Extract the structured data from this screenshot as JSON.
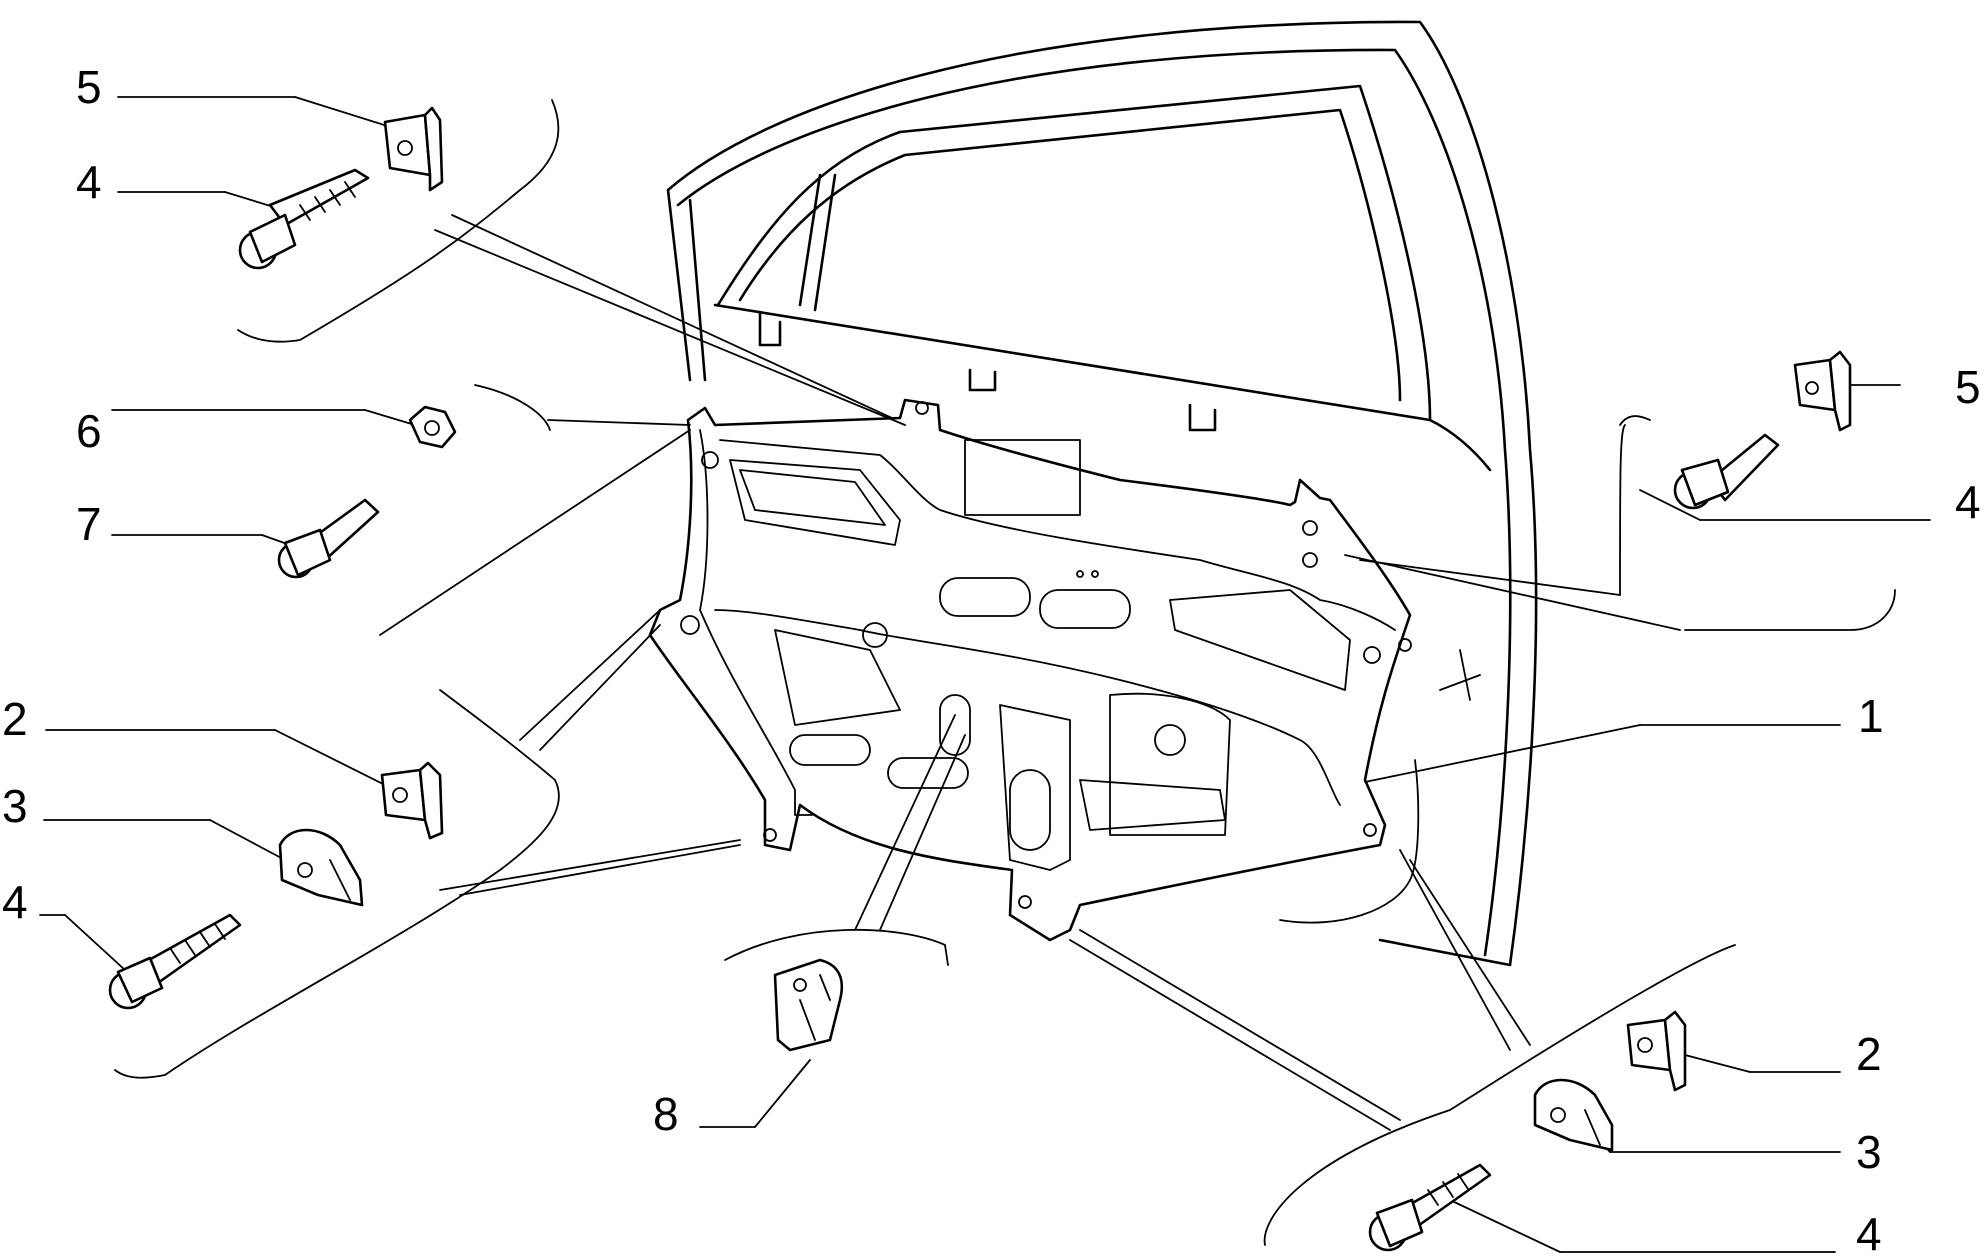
{
  "callouts": {
    "c1": "1",
    "c2_left": "2",
    "c2_right": "2",
    "c3_left": "3",
    "c3_right": "3",
    "c4_topleft": "4",
    "c4_left": "4",
    "c4_right": "4",
    "c4_bottom": "4",
    "c5_left": "5",
    "c5_right": "5",
    "c6": "6",
    "c7": "7",
    "c8": "8"
  },
  "colors": {
    "line": "#000000",
    "background": "#ffffff"
  }
}
